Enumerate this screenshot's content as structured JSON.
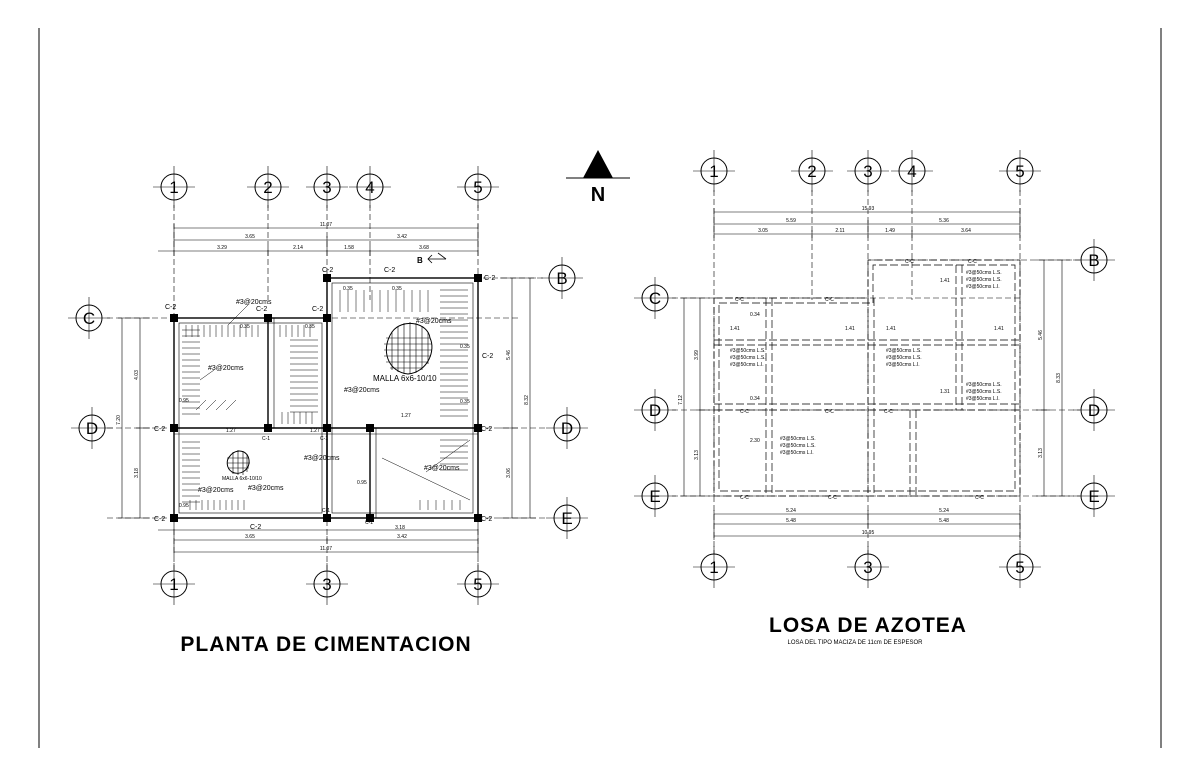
{
  "titles": {
    "left": "PLANTA DE CIMENTACION",
    "right": "LOSA DE AZOTEA",
    "right_sub": "LOSA DEL TIPO MACIZA DE 11cm DE ESPESOR"
  },
  "north": "N",
  "axes": {
    "n1": "1",
    "n2": "2",
    "n3": "3",
    "n4": "4",
    "n5": "5",
    "B": "B",
    "C": "C",
    "D": "D",
    "E": "E"
  },
  "left_plan": {
    "dims_top_total": "11.07",
    "dims_top_a": "3.65",
    "dims_top_b": "3.42",
    "dims_top_c": "3.68",
    "dims_top_seg1": "3.29",
    "dims_top_seg2": "2.14",
    "dims_top_seg3": "1.58",
    "dims_bottom_total": "11.07",
    "dims_bottom_a": "3.65",
    "dims_bottom_b": "3.42",
    "dims_bottom_c": "3.18",
    "dims_left_total": "7.20",
    "dims_left_a": "4.03",
    "dims_left_b": "3.18",
    "dims_right_total": "8.32",
    "dims_right_a": "5.46",
    "dims_right_b": "3.06",
    "section": "B",
    "columns": {
      "c2": "C-2",
      "c1": "C-1"
    },
    "rebar": "#3@20cms",
    "mesh": "MALLA 6x6-10/10",
    "mesh_small": "MALLA 6x6-10/10",
    "dim_small_1": "0.35",
    "dim_small_2": "0.95",
    "dim_small_3": "1.27",
    "dim_small_4": "0.95"
  },
  "right_plan": {
    "dims_top_total": "15.93",
    "dims_top_a": "5.59",
    "dims_top_b": "5.36",
    "dims_top_seg1": "3.05",
    "dims_top_seg2": "2.11",
    "dims_top_seg3": "1.49",
    "dims_top_seg4": "3.64",
    "dims_bottom_a": "5.24",
    "dims_bottom_b": "5.24",
    "dims_bottom_c": "5.48",
    "dims_bottom_d": "5.48",
    "dims_bottom_total": "10.95",
    "dims_left_total": "7.12",
    "dims_left_a": "3.99",
    "dims_left_b": "3.13",
    "dims_right_total": "8.33",
    "dims_right_a": "5.46",
    "dims_right_b": "3.13",
    "beam": "C-C",
    "rebar_ls": "#3@50cms L.S.",
    "rebar_li": "#3@50cms L.I.",
    "span_1": "1.41",
    "span_2": "2.30",
    "span_3": "1.31",
    "span_4": "0.34"
  }
}
